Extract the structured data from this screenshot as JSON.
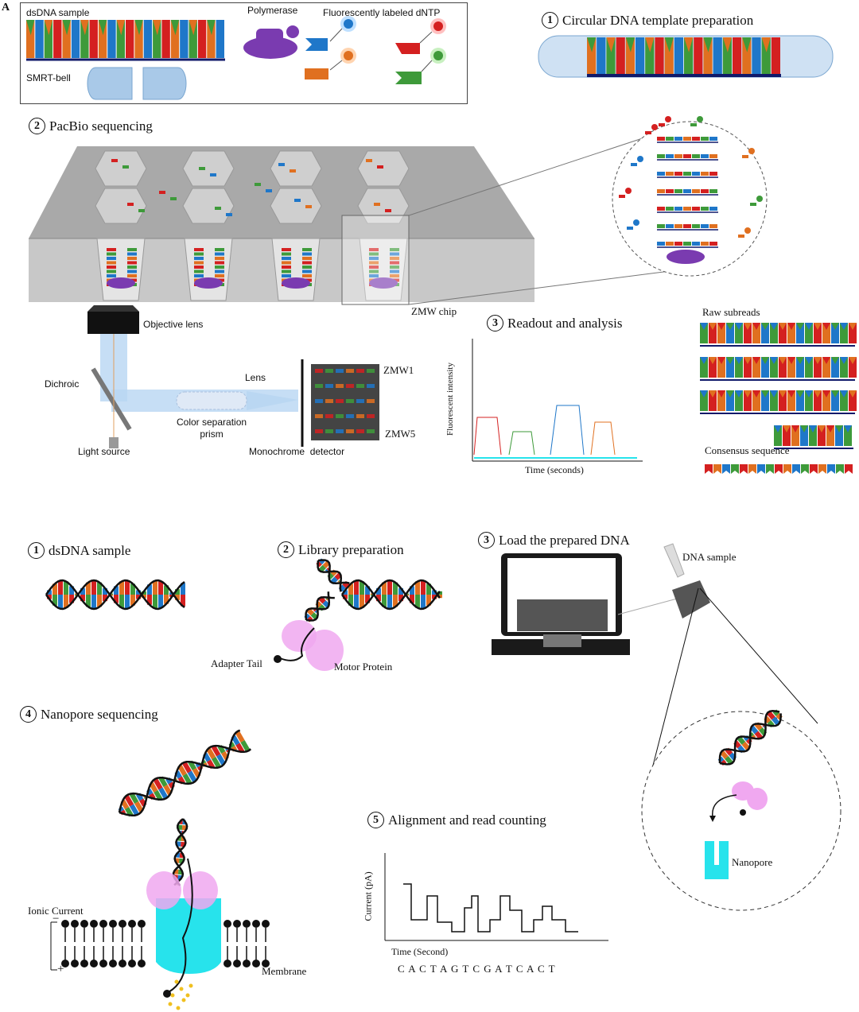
{
  "panel_a": {
    "letter": "A",
    "legend": {
      "dsdna_sample": "dsDNA sample",
      "polymerase": "Polymerase",
      "fluor_dntp": "Fluorescently labeled dNTP",
      "smrt_bell": "SMRT-bell"
    },
    "steps": {
      "s1": {
        "num": "1",
        "title": "Circular DNA template preparation"
      },
      "s2": {
        "num": "2",
        "title": "PacBio sequencing"
      },
      "s3": {
        "num": "3",
        "title": "Readout and analysis"
      }
    },
    "labels": {
      "zmw_chip": "ZMW chip",
      "objective_lens": "Objective lens",
      "dichroic": "Dichroic",
      "lens": "Lens",
      "prism": "Color separation\nprism",
      "light_source": "Light source",
      "detector": "Monochrome  detector",
      "zmw1": "ZMW1",
      "zmw5": "ZMW5",
      "raw_subreads": "Raw subreads",
      "consensus": "Consensus sequence"
    },
    "plot": {
      "ylabel": "Fluorescent intensity",
      "xlabel": "Time (seconds)"
    }
  },
  "panel_b": {
    "steps": {
      "s1": {
        "num": "1",
        "title": "dsDNA sample"
      },
      "s2": {
        "num": "2",
        "title": "Library preparation"
      },
      "s3": {
        "num": "3",
        "title": "Load the prepared DNA"
      },
      "s4": {
        "num": "4",
        "title": "Nanopore sequencing"
      },
      "s5": {
        "num": "5",
        "title": "Alignment and read counting"
      }
    },
    "labels": {
      "adapter_tail": "Adapter Tail",
      "motor_protein": "Motor Protein",
      "dna_sample": "DNA sample",
      "nanopore": "Nanopore",
      "ionic_current": "Ionic Current",
      "minus": "−",
      "plus": "+",
      "membrane": "Membrane"
    },
    "plot": {
      "ylabel": "Current (pA)",
      "xlabel": "Time (Second)",
      "sequence": "C A C T A G T C G A T C A C T"
    }
  },
  "colors": {
    "red": "#d42020",
    "green": "#3e9a3a",
    "blue": "#1f77c9",
    "orange": "#e07020",
    "navy": "#101a6a",
    "polymerase": "#7a3bb0",
    "bell": "#a9c9e8",
    "cyan": "#27e3ec",
    "pink": "#f0a8f0",
    "gray": "#9a9a9a"
  }
}
